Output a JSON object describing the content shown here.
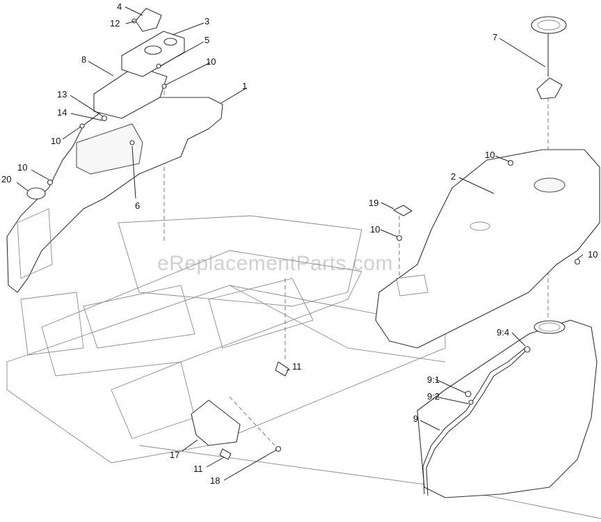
{
  "watermark": "eReplacementParts.com",
  "callouts": {
    "c1": "1",
    "c2": "2",
    "c3": "3",
    "c4": "4",
    "c5": "5",
    "c6": "6",
    "c7": "7",
    "c8": "8",
    "c9": "9",
    "c9_1": "9:1",
    "c9_2": "9:2",
    "c9_4": "9:4",
    "c10a": "10",
    "c10b": "10",
    "c10c": "10",
    "c10d": "10",
    "c10e": "10",
    "c10f": "10",
    "c11a": "11",
    "c11b": "11",
    "c12": "12",
    "c13": "13",
    "c14": "14",
    "c17": "17",
    "c18": "18",
    "c19": "19",
    "c20": "20"
  }
}
